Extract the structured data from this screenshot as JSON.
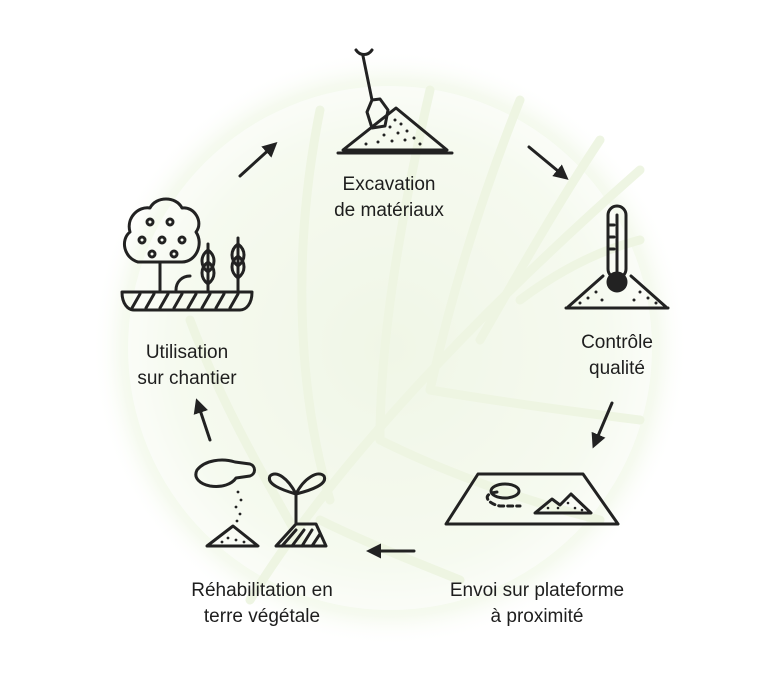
{
  "diagram": {
    "colors": {
      "leaf_glow": "#e3efcf",
      "leaf_veins": "#f4f9ec",
      "ink": "#222222",
      "background": "#ffffff"
    },
    "steps": [
      {
        "icon": "shovel-soil-pile-icon",
        "lines": [
          "Excavation",
          "de matériaux"
        ]
      },
      {
        "icon": "thermometer-pile-icon",
        "lines": [
          "Contrôle",
          "qualité"
        ]
      },
      {
        "icon": "platform-map-icon",
        "lines": [
          "Envoi sur plateforme",
          "à proximité"
        ]
      },
      {
        "icon": "hand-seeding-sprout-icon",
        "lines": [
          "Réhabilitation en",
          "terre végétale"
        ]
      },
      {
        "icon": "tree-wheat-ground-icon",
        "lines": [
          "Utilisation",
          "sur chantier"
        ]
      }
    ]
  }
}
